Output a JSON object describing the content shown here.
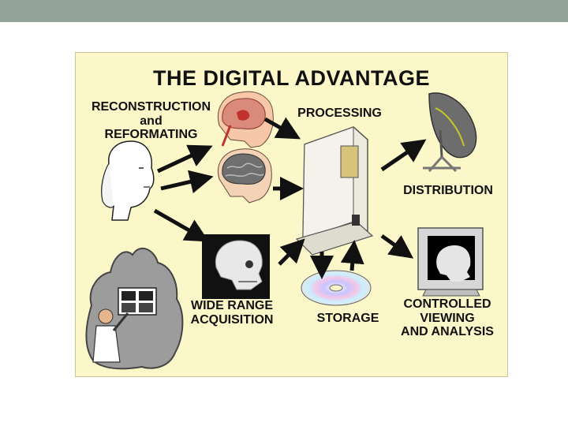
{
  "slide": {
    "accent_bar_color": "#95a49b"
  },
  "diagram": {
    "title": "THE DIGITAL ADVANTAGE",
    "background_color": "#fbf7c9",
    "labels": {
      "reconstruction": "RECONSTRUCTION\nand\nREFORMATING",
      "processing": "PROCESSING",
      "distribution": "DISTRIBUTION",
      "acquisition": "WIDE RANGE\nACQUISITION",
      "storage": "STORAGE",
      "viewing": "CONTROLLED\nVIEWING\nAND ANALYSIS"
    },
    "icons": [
      "patient-head-icon",
      "brain-mri-icon",
      "brain-ct-icon",
      "skull-xray-icon",
      "workstation-icon",
      "satellite-dish-icon",
      "monitor-skull-icon",
      "cd-disc-icon",
      "radiologist-viewbox-icon"
    ]
  }
}
